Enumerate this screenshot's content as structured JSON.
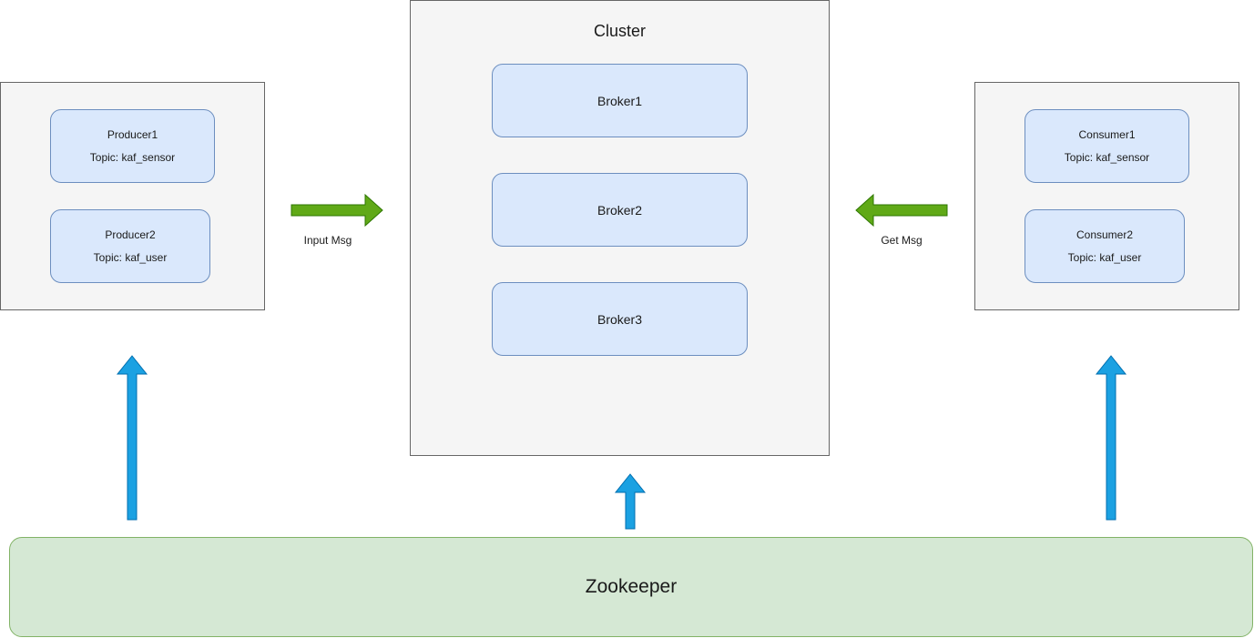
{
  "cluster": {
    "title": "Cluster",
    "brokers": [
      "Broker1",
      "Broker2",
      "Broker3"
    ]
  },
  "producers": [
    {
      "name": "Producer1",
      "topic": "Topic: kaf_sensor"
    },
    {
      "name": "Producer2",
      "topic": "Topic: kaf_user"
    }
  ],
  "consumers": [
    {
      "name": "Consumer1",
      "topic": "Topic: kaf_sensor"
    },
    {
      "name": "Consumer2",
      "topic": "Topic: kaf_user"
    }
  ],
  "flows": {
    "input_label": "Input Msg",
    "output_label": "Get Msg"
  },
  "zookeeper": {
    "label": "Zookeeper"
  },
  "colors": {
    "group_fill": "#f5f5f5",
    "node_fill": "#dae8fc",
    "node_border": "#6c8ebf",
    "zookeeper_fill": "#d5e8d4",
    "zookeeper_border": "#82b366",
    "message_arrow": "#60a917",
    "coordination_arrow": "#1ba1e2"
  }
}
